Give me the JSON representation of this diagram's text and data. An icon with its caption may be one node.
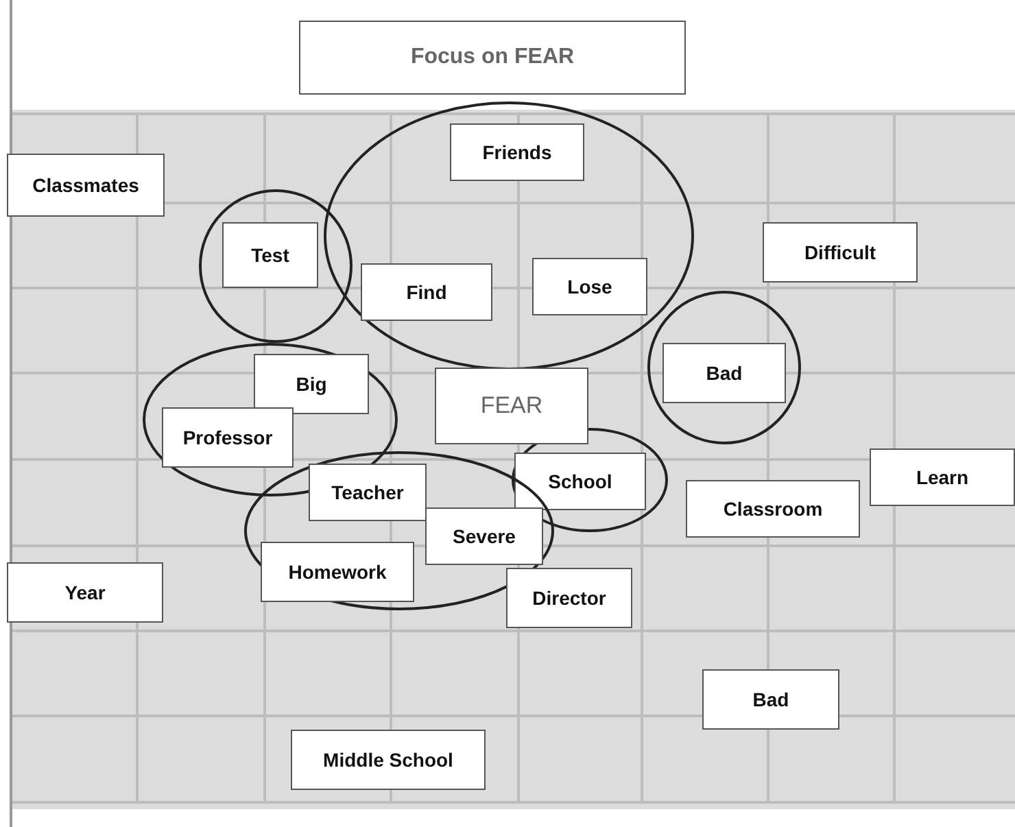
{
  "diagram": {
    "title": "Focus on FEAR",
    "nodes": [
      {
        "text": [],
        "shape": "ellipse"
      },
      {
        "text": [
          "Friends"
        ],
        "in": 0
      },
      {
        "text": [
          "Classmates"
        ]
      },
      {
        "text": [],
        "shape": "circle"
      },
      {
        "text": [
          "Test"
        ],
        "in": 3
      },
      {
        "text": [
          "Difficult"
        ]
      },
      {
        "text": [
          "Lose"
        ],
        "in": 0
      },
      {
        "text": [
          "Find"
        ],
        "in": 0
      },
      {
        "text": [],
        "shape": "circle"
      },
      {
        "text": [],
        "shape": "ellipse"
      },
      {
        "text": [
          "Bad"
        ],
        "in": 8
      },
      {
        "text": [
          "Big"
        ],
        "in": 9
      },
      {
        "text": [
          "FEAR"
        ]
      },
      {
        "text": [
          "Professor"
        ],
        "in": 9
      },
      {
        "text": [],
        "shape": "ellipse"
      },
      {
        "text": [
          "Learn"
        ]
      },
      {
        "text": [
          "School"
        ],
        "in": 14
      },
      {
        "text": [],
        "shape": "ellipse"
      },
      {
        "text": [
          "Teacher"
        ],
        "in": 17
      },
      {
        "text": [
          "Classroom"
        ]
      },
      {
        "text": [
          "Severe"
        ],
        "in": 17
      },
      {
        "text": [
          "Homework"
        ],
        "in": 17
      },
      {
        "text": [
          "Year"
        ]
      },
      {
        "text": [
          "Director"
        ]
      },
      {
        "text": [
          "Bad"
        ]
      },
      {
        "text": [
          "Middle School"
        ]
      }
    ]
  }
}
